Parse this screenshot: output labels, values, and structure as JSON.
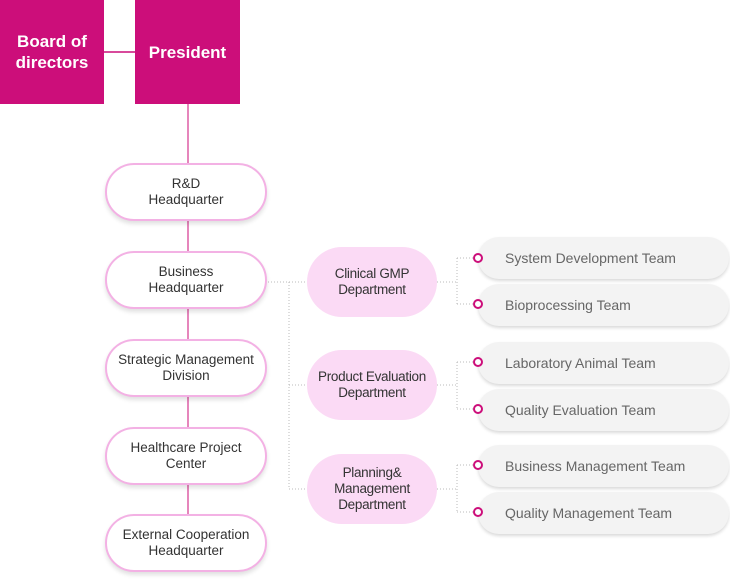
{
  "top": {
    "board": "Board of\ndirectors",
    "president": "President"
  },
  "headquarters": [
    "R&D\nHeadquarter",
    "Business\nHeadquarter",
    "Strategic Management\nDivision",
    "Healthcare Project\nCenter",
    "External Cooperation\nHeadquarter"
  ],
  "departments": [
    {
      "name": "Clinical GMP\nDepartment",
      "teams": [
        "System Development Team",
        "Bioprocessing Team"
      ]
    },
    {
      "name": "Product Evaluation\nDepartment",
      "teams": [
        "Laboratory Animal Team",
        "Quality Evaluation Team"
      ]
    },
    {
      "name": "Planning&\nManagement\nDepartment",
      "teams": [
        "Business Management Team",
        "Quality Management Team"
      ]
    }
  ],
  "colors": {
    "magenta": "#cc0e7a",
    "pink_border": "#f3b1e4",
    "pink_fill": "#fbdaf5",
    "team_fill": "#f3f3f3"
  }
}
